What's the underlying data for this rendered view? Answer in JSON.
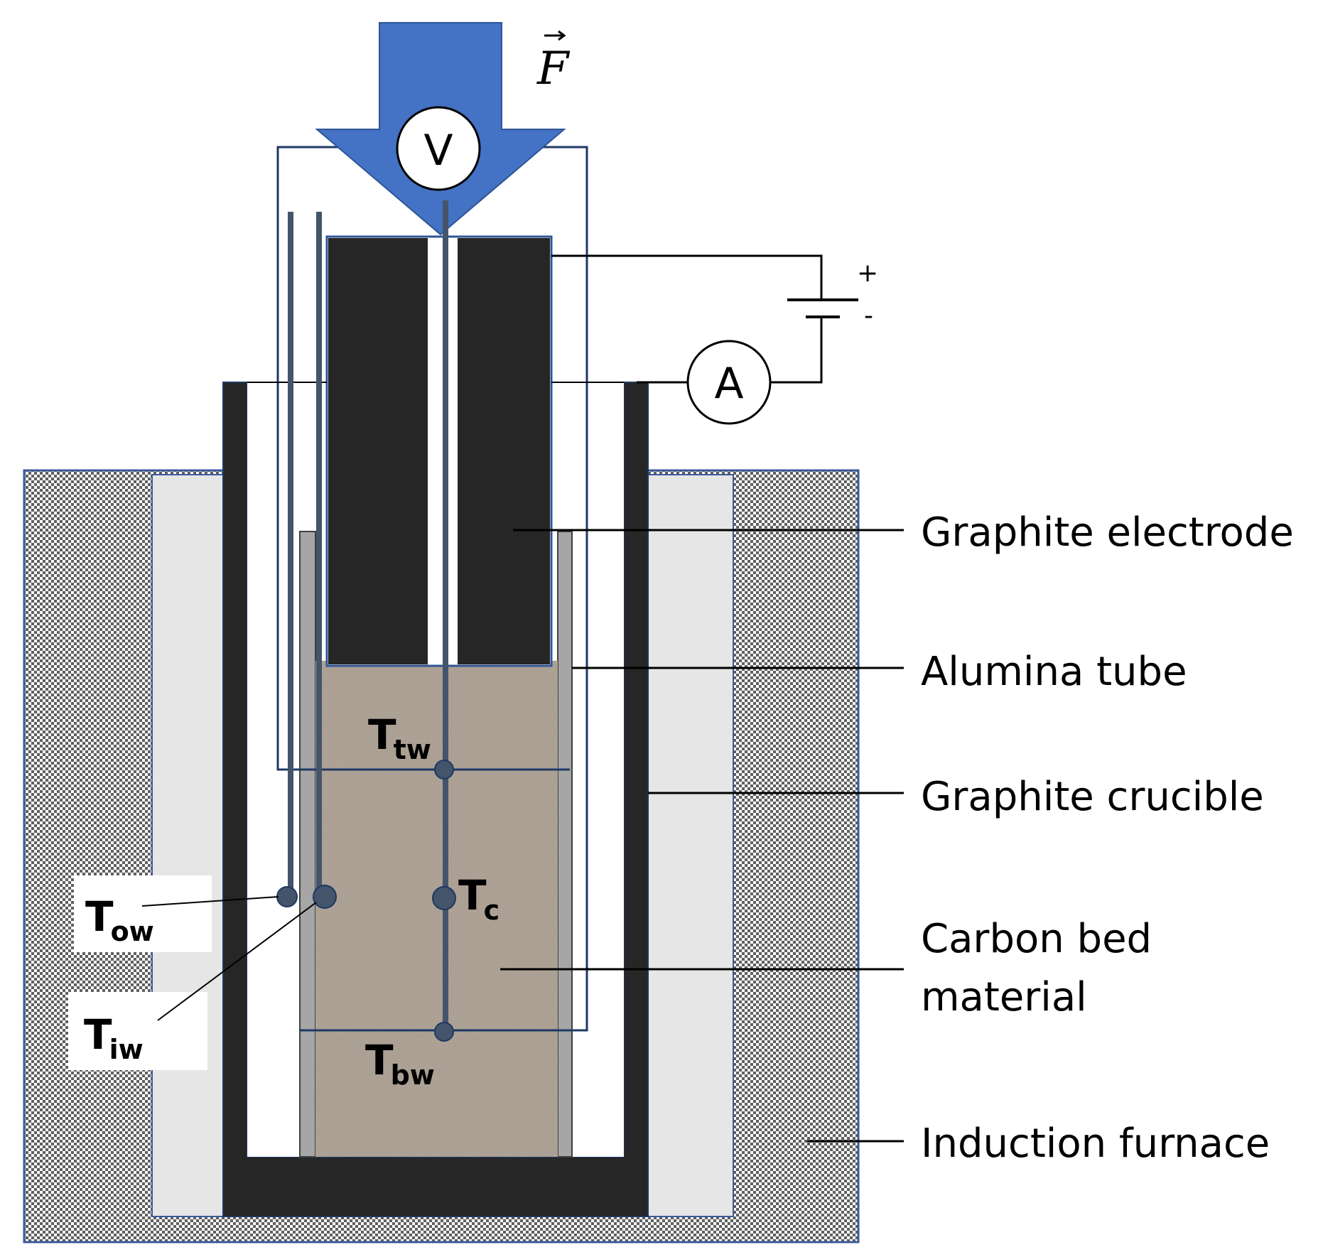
{
  "force": {
    "symbol": "F"
  },
  "meters": {
    "voltmeter": "V",
    "ammeter": "A"
  },
  "power_supply": {
    "positive": "+",
    "negative": "-"
  },
  "labels": [
    {
      "id": "graphite-electrode",
      "text": [
        "Graphite electrode"
      ]
    },
    {
      "id": "alumina-tube",
      "text": [
        "Alumina tube"
      ]
    },
    {
      "id": "graphite-crucible",
      "text": [
        "Graphite crucible"
      ]
    },
    {
      "id": "carbon-bed-material",
      "text": [
        "Carbon bed",
        "material"
      ]
    },
    {
      "id": "induction-furnace",
      "text": [
        "Induction furnace"
      ]
    }
  ],
  "thermocouples": [
    {
      "id": "T-ow",
      "main": "T",
      "sub": "ow"
    },
    {
      "id": "T-iw",
      "main": "T",
      "sub": "iw"
    },
    {
      "id": "T-tw",
      "main": "T",
      "sub": "tw"
    },
    {
      "id": "T-c",
      "main": "T",
      "sub": "c"
    },
    {
      "id": "T-bw",
      "main": "T",
      "sub": "bw"
    }
  ],
  "colors": {
    "arrow": "#4472C4",
    "graphite": "#262626",
    "alumina": "#A6A6A6",
    "insulation": "#E6E6E6",
    "wire_blue": "#1F3864",
    "thermocouple": "#44546A",
    "carbon_bed": "#A89B8D"
  }
}
